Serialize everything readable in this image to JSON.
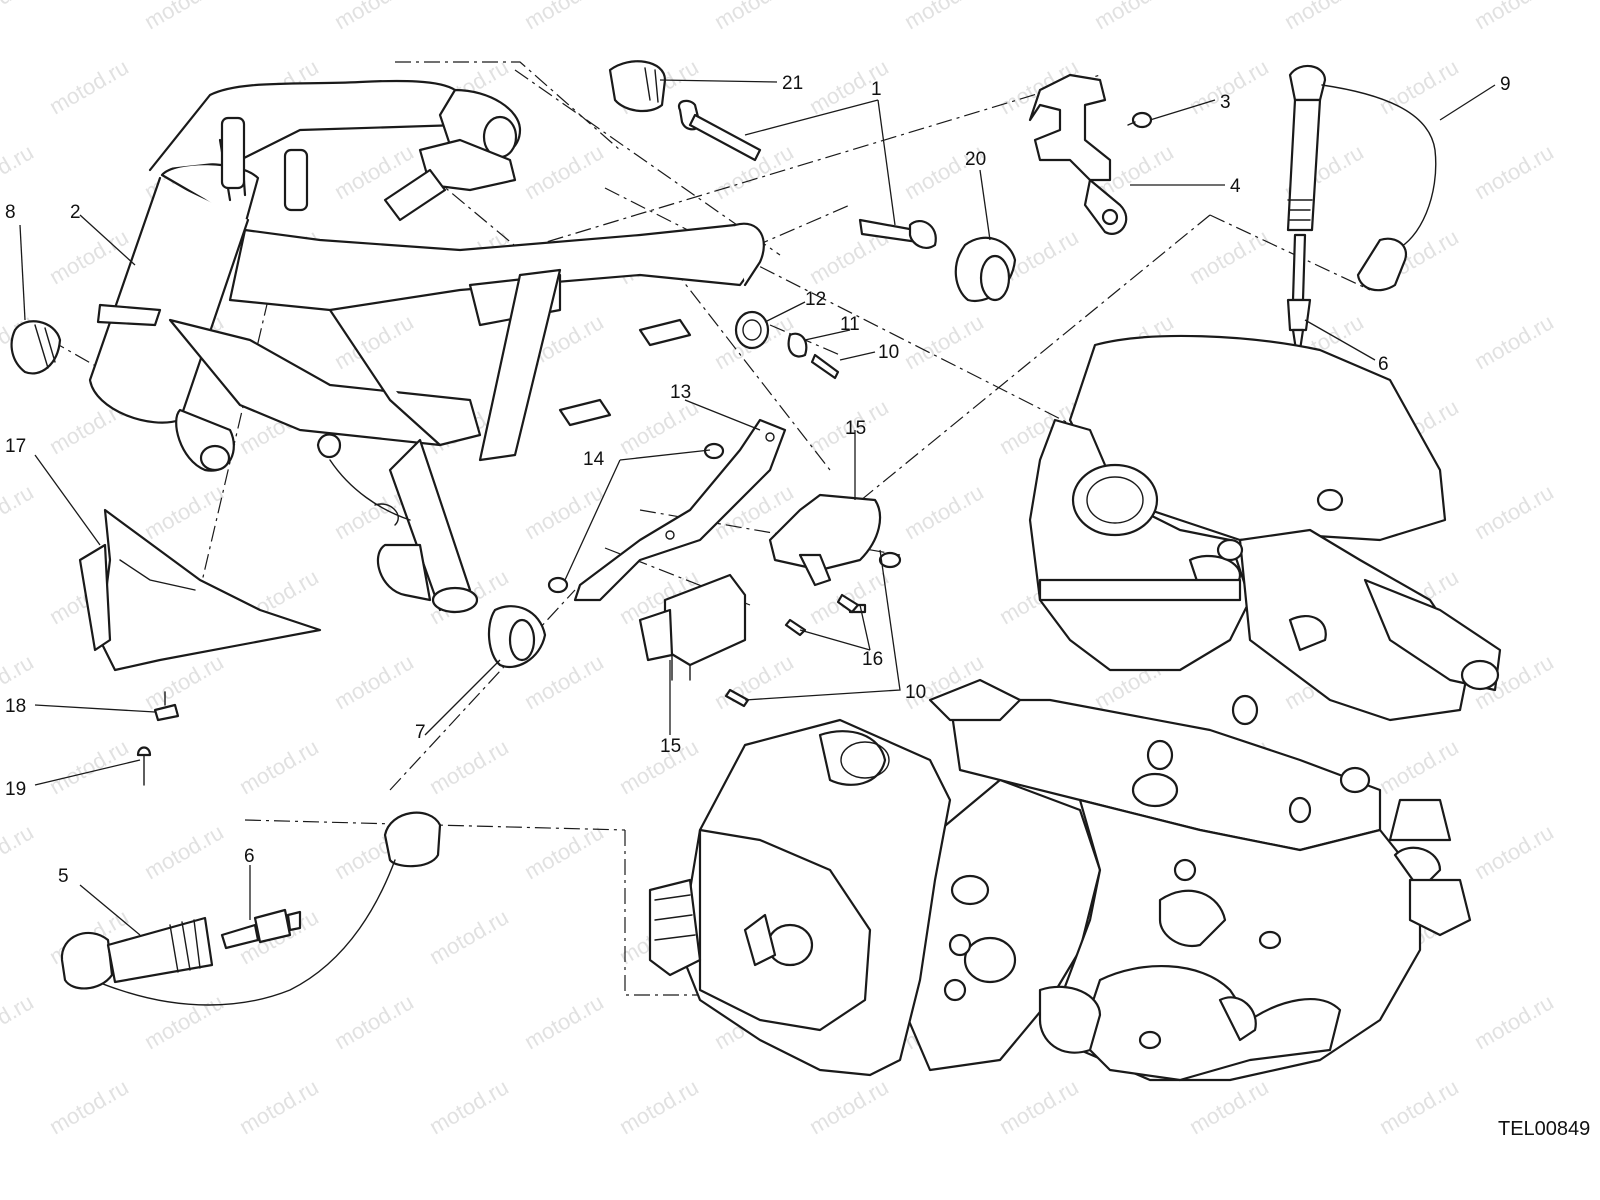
{
  "diagram": {
    "drawing_code": "TEL00849",
    "watermark": "motod.ru",
    "callouts": [
      {
        "id": "c1",
        "label": "1"
      },
      {
        "id": "c2",
        "label": "2"
      },
      {
        "id": "c3",
        "label": "3"
      },
      {
        "id": "c4",
        "label": "4"
      },
      {
        "id": "c5",
        "label": "5"
      },
      {
        "id": "c6a",
        "label": "6"
      },
      {
        "id": "c6b",
        "label": "6"
      },
      {
        "id": "c7",
        "label": "7"
      },
      {
        "id": "c8",
        "label": "8"
      },
      {
        "id": "c9",
        "label": "9"
      },
      {
        "id": "c10a",
        "label": "10"
      },
      {
        "id": "c10b",
        "label": "10"
      },
      {
        "id": "c11",
        "label": "11"
      },
      {
        "id": "c12",
        "label": "12"
      },
      {
        "id": "c13",
        "label": "13"
      },
      {
        "id": "c14",
        "label": "14"
      },
      {
        "id": "c15a",
        "label": "15"
      },
      {
        "id": "c15b",
        "label": "15"
      },
      {
        "id": "c16",
        "label": "16"
      },
      {
        "id": "c17",
        "label": "17"
      },
      {
        "id": "c18",
        "label": "18"
      },
      {
        "id": "c19",
        "label": "19"
      },
      {
        "id": "c20",
        "label": "20"
      },
      {
        "id": "c21",
        "label": "21"
      }
    ]
  }
}
